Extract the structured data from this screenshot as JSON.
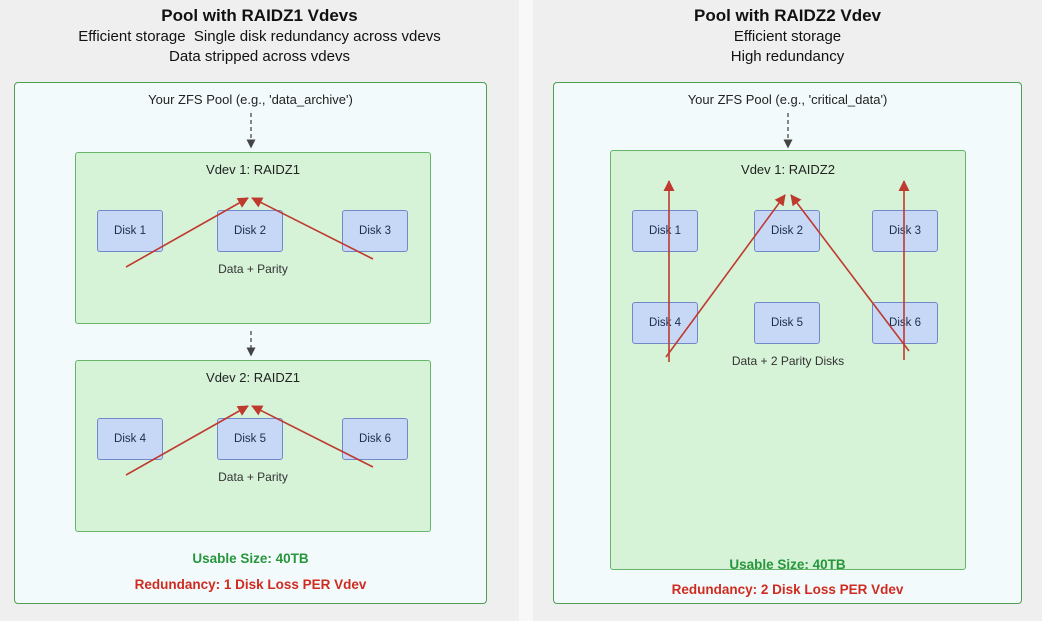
{
  "left": {
    "title": "Pool with RAIDZ1 Vdevs",
    "subtitle1": "Efficient storage  Single disk redundancy across vdevs",
    "subtitle2": "Data stripped across vdevs",
    "pool_label": "Your ZFS Pool (e.g., 'data_archive')",
    "vdevs": [
      {
        "title": "Vdev 1: RAIDZ1",
        "caption": "Data + Parity",
        "disks": [
          "Disk 1",
          "Disk 2",
          "Disk 3"
        ]
      },
      {
        "title": "Vdev 2: RAIDZ1",
        "caption": "Data + Parity",
        "disks": [
          "Disk 4",
          "Disk 5",
          "Disk 6"
        ]
      }
    ],
    "usable_size": "Usable Size: 40TB",
    "redundancy": "Redundancy: 1 Disk Loss PER Vdev"
  },
  "right": {
    "title": "Pool with RAIDZ2 Vdev",
    "subtitle1": "Efficient storage",
    "subtitle2": "High redundancy",
    "pool_label": "Your ZFS Pool (e.g., 'critical_data')",
    "vdev": {
      "title": "Vdev 1: RAIDZ2",
      "caption": "Data + 2 Parity Disks",
      "disk_rows": [
        [
          "Disk 1",
          "Disk 2",
          "Disk 3"
        ],
        [
          "Disk 4",
          "Disk 5",
          "Disk 6"
        ]
      ]
    },
    "usable_size": "Usable Size: 40TB",
    "redundancy": "Redundancy: 2 Disk Loss PER Vdev"
  },
  "colors": {
    "pool_border": "#4f9e52",
    "pool_fill": "#f2fafc",
    "vdev_border": "#66b46a",
    "vdev_fill": "#d6f2d7",
    "disk_border": "#7288cc",
    "disk_fill": "#c7d8f7",
    "stripe_arrow": "#bf3a2e",
    "flow_arrow": "#555555",
    "usable_text": "#27963c",
    "redundancy_text": "#cf2b20"
  }
}
